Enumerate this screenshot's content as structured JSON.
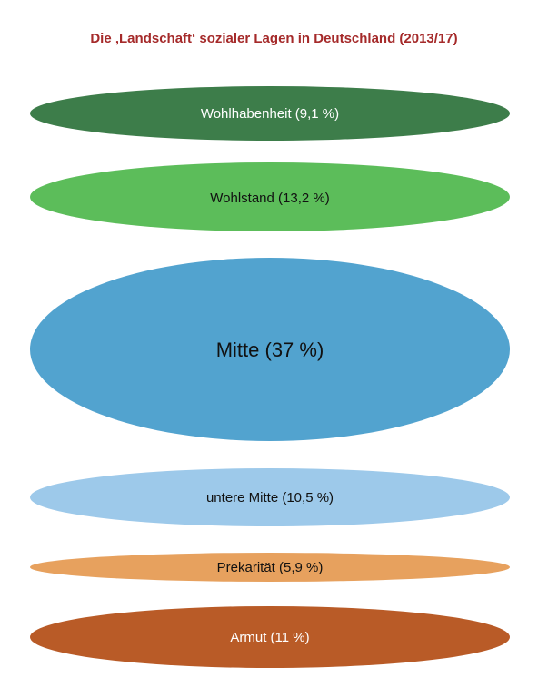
{
  "title": "Die ‚Landschaft‘ sozialer Lagen in Deutschland (2013/17)",
  "colors": {
    "title": "#a52a2a"
  },
  "layers": [
    {
      "label": "Wohlhabenheit (9,1 %)",
      "share": 9.1,
      "color": "#3d7d4a",
      "text_color": "#ffffff"
    },
    {
      "label": "Wohlstand (13,2 %)",
      "share": 13.2,
      "color": "#5cbd5a",
      "text_color": "#111111"
    },
    {
      "label": "Mitte (37 %)",
      "share": 37,
      "color": "#52a3cf",
      "text_color": "#111111"
    },
    {
      "label": "untere Mitte (10,5 %)",
      "share": 10.5,
      "color": "#9dc9ea",
      "text_color": "#111111"
    },
    {
      "label": "Prekarität (5,9 %)",
      "share": 5.9,
      "color": "#e7a15e",
      "text_color": "#111111"
    },
    {
      "label": "Armut (11 %)",
      "share": 11,
      "color": "#b95b27",
      "text_color": "#ffffff"
    }
  ]
}
